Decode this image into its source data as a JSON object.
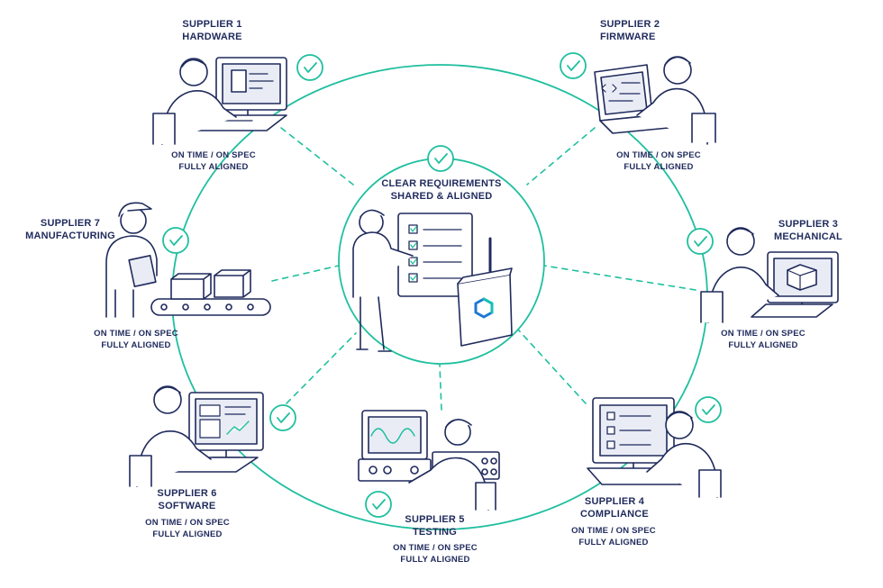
{
  "colors": {
    "ink": "#1f2a5c",
    "accent": "#1fbf9f",
    "soft": "#e9ecf5",
    "logo_blue": "#1e78d4",
    "logo_teal": "#16c0b4"
  },
  "center": {
    "title_line1": "CLEAR REQUIREMENTS",
    "title_line2": "SHARED & ALIGNED"
  },
  "suppliers": [
    {
      "title": "SUPPLIER 1",
      "role": "HARDWARE",
      "status1": "ON TIME / ON SPEC",
      "status2": "FULLY ALIGNED"
    },
    {
      "title": "SUPPLIER 2",
      "role": "FIRMWARE",
      "status1": "ON TIME / ON SPEC",
      "status2": "FULLY ALIGNED"
    },
    {
      "title": "SUPPLIER 3",
      "role": "MECHANICAL",
      "status1": "ON TIME / ON SPEC",
      "status2": "FULLY ALIGNED"
    },
    {
      "title": "SUPPLIER 4",
      "role": "COMPLIANCE",
      "status1": "ON TIME / ON SPEC",
      "status2": "FULLY ALIGNED"
    },
    {
      "title": "SUPPLIER 5",
      "role": "TESTING",
      "status1": "ON TIME / ON SPEC",
      "status2": "FULLY ALIGNED"
    },
    {
      "title": "SUPPLIER 6",
      "role": "SOFTWARE",
      "status1": "ON TIME / ON SPEC",
      "status2": "FULLY ALIGNED"
    },
    {
      "title": "SUPPLIER 7",
      "role": "MANUFACTURING",
      "status1": "ON TIME / ON SPEC",
      "status2": "FULLY ALIGNED"
    }
  ]
}
